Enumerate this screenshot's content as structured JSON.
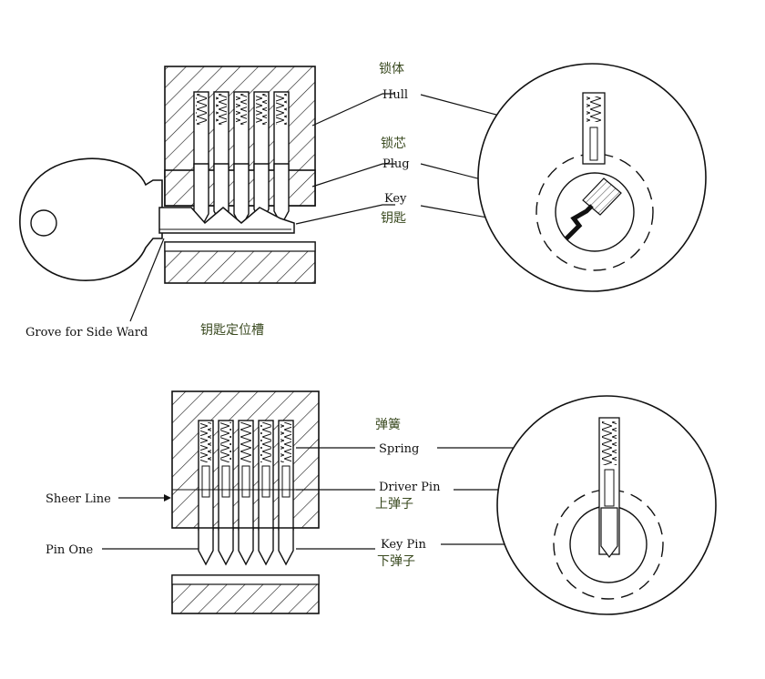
{
  "top": {
    "labels": {
      "hull_zh": "锁体",
      "hull_en": "Hull",
      "plug_zh": "锁芯",
      "plug_en": "Plug",
      "key_en": "Key",
      "key_zh": "钥匙",
      "grove_en": "Grove for Side Ward",
      "grove_zh": "钥匙定位槽"
    }
  },
  "bottom": {
    "labels": {
      "spring_zh": "弹簧",
      "spring_en": "Spring",
      "driver_en": "Driver Pin",
      "driver_zh": "上弹子",
      "keypin_en": "Key Pin",
      "keypin_zh": "下弹子",
      "sheer_en": "Sheer Line",
      "pinone_en": "Pin One"
    }
  },
  "colors": {
    "ink": "#111111",
    "chinese_text": "#3a4a20",
    "background": "#ffffff"
  }
}
